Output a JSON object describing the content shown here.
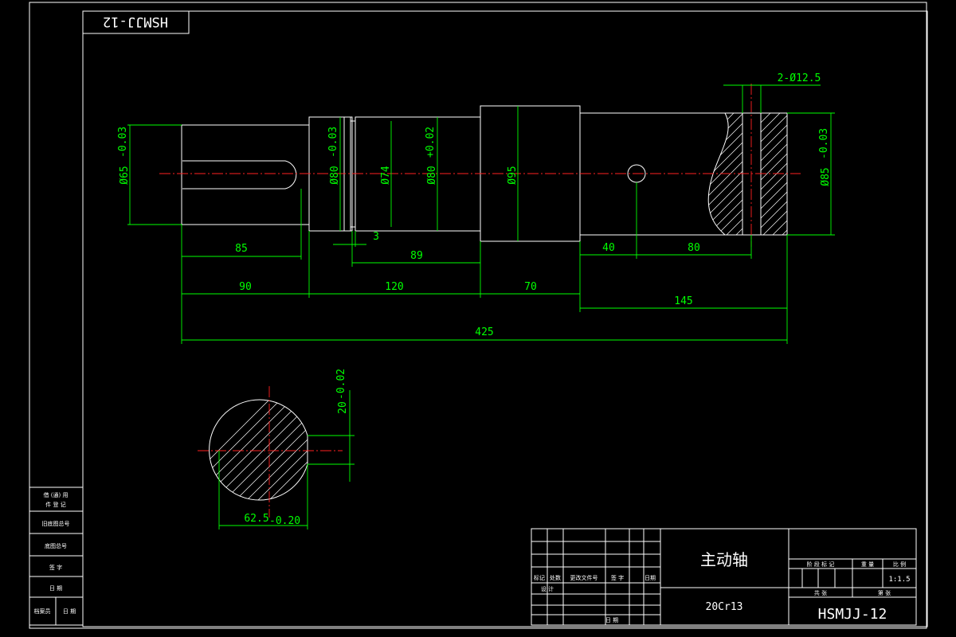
{
  "drawing_number_mirrored": "HSMJJ-12",
  "title_block": {
    "part_name": "主动轴",
    "material": "20Cr13",
    "drawing_number": "HSMJJ-12",
    "scale": "1:1.5",
    "header_stage_mark": "阶 段 标 记",
    "header_weight": "重 量",
    "header_scale": "比 例",
    "sheet_total": "共  张",
    "sheet_no": "第  张",
    "rev_mark": "标记",
    "rev_count": "处数",
    "rev_doc": "更改文件号",
    "rev_sign": "签 字",
    "rev_date": "日期",
    "design": "设 计",
    "date": "日 期"
  },
  "left_block": {
    "row1": "借 (通) 用",
    "row1b": "件 登 记",
    "row2": "旧底图总号",
    "row3": "底图总号",
    "row4": "签  字",
    "row5": "日  期",
    "row6a": "档案员",
    "row6b": "日  期"
  },
  "dimensions": {
    "d85_key": "85",
    "d90": "90",
    "d120": "120",
    "d70": "70",
    "d145": "145",
    "d425": "425",
    "d3": "3",
    "d89": "89",
    "d40": "40",
    "d80": "80",
    "hole": "2-Ø12.5",
    "dia65": "Ø65",
    "dia65_tol": "-0.03",
    "dia80a": "Ø80",
    "dia80a_tol": "-0.03",
    "dia74": "Ø74",
    "dia80b": "Ø80",
    "dia80b_tol": "+0.02",
    "dia95": "Ø95",
    "dia85": "Ø85",
    "dia85_tol": "-0.03",
    "section_width": "62.5",
    "section_width_tol": "-0.20",
    "keyway": "20",
    "keyway_tol": "-0.02"
  }
}
